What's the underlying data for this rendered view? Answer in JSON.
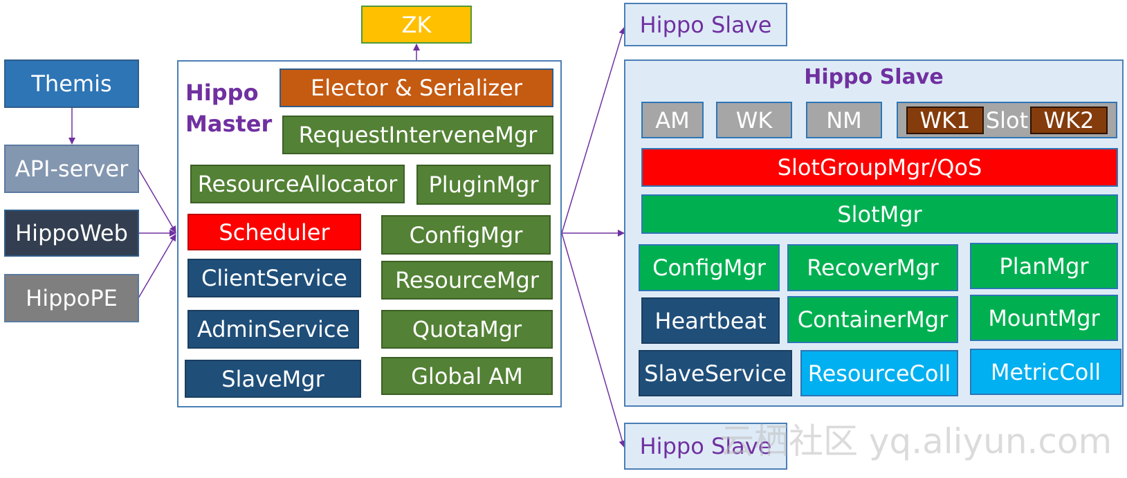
{
  "left": {
    "themis": "Themis",
    "api_server": "API-server",
    "hippo_web": "HippoWeb",
    "hippo_pe": "HippoPE"
  },
  "zk": "ZK",
  "master": {
    "title_line1": "Hippo",
    "title_line2": "Master",
    "elector": "Elector & Serializer",
    "request_intervene": "RequestInterveneMgr",
    "resource_allocator": "ResourceAllocator",
    "plugin_mgr": "PluginMgr",
    "scheduler": "Scheduler",
    "config_mgr": "ConfigMgr",
    "client_service": "ClientService",
    "resource_mgr": "ResourceMgr",
    "admin_service": "AdminService",
    "quota_mgr": "QuotaMgr",
    "slave_mgr": "SlaveMgr",
    "global_am": "Global AM"
  },
  "slave_top": "Hippo Slave",
  "slave_bottom": "Hippo Slave",
  "slave": {
    "title": "Hippo Slave",
    "am": "AM",
    "wk": "WK",
    "nm": "NM",
    "wk1": "WK1",
    "slot": "Slot",
    "wk2": "WK2",
    "slot_group_mgr": "SlotGroupMgr/QoS",
    "slot_mgr": "SlotMgr",
    "config_mgr": "ConfigMgr",
    "recover_mgr": "RecoverMgr",
    "plan_mgr": "PlanMgr",
    "heartbeat": "Heartbeat",
    "container_mgr": "ContainerMgr",
    "mount_mgr": "MountMgr",
    "slave_service": "SlaveService",
    "resource_coll": "ResourceColl",
    "metric_coll": "MetricColl"
  },
  "watermark": "云栖社区 yq.aliyun.com",
  "colors": {
    "arrow": "#7030a0",
    "title": "#7030a0",
    "elector": "#c55a11",
    "zk": "#ffc000"
  }
}
